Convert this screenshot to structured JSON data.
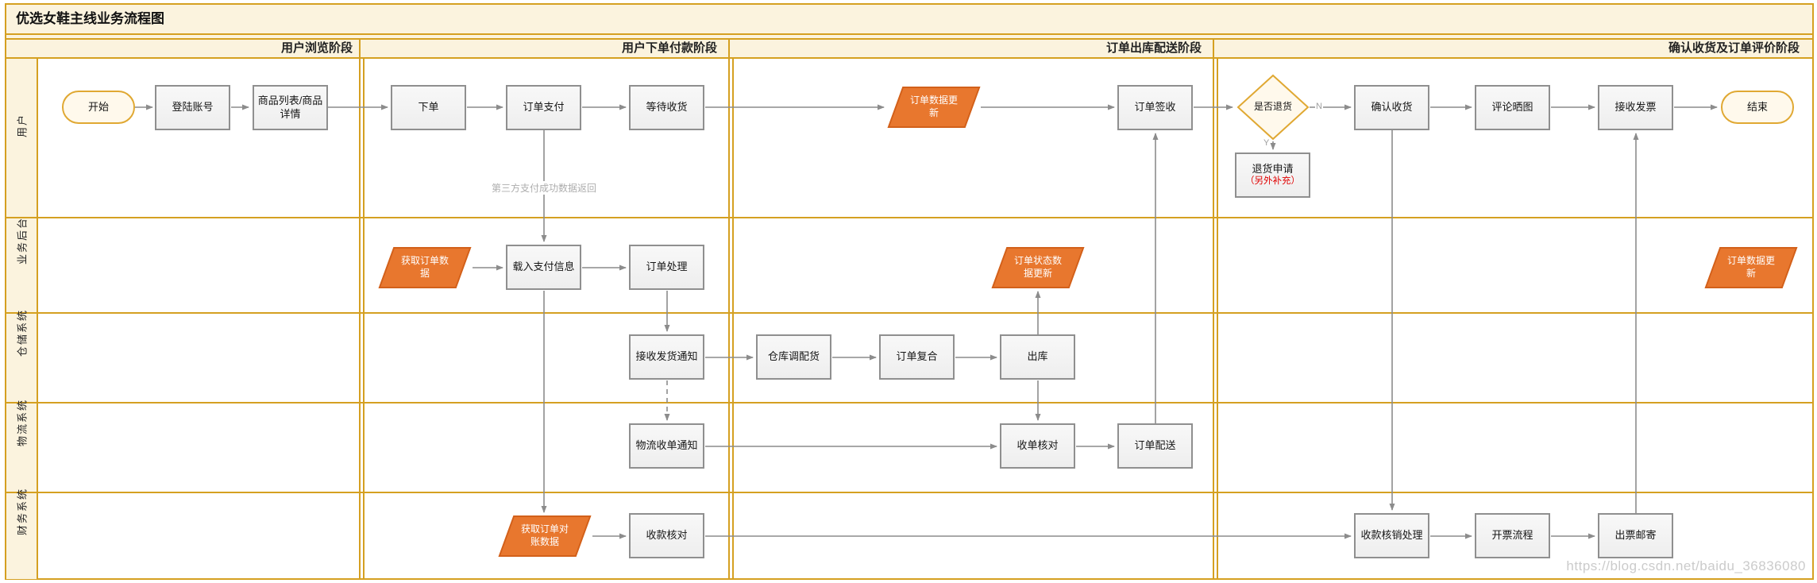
{
  "title": "优选女鞋主线业务流程图",
  "phases": [
    {
      "label": "用户浏览阶段"
    },
    {
      "label": "用户下单付款阶段"
    },
    {
      "label": "订单出库配送阶段"
    },
    {
      "label": "确认收货及订单评价阶段"
    }
  ],
  "lanes": [
    {
      "label": "用户"
    },
    {
      "label": "业务后台"
    },
    {
      "label": "仓储系统"
    },
    {
      "label": "物流系统"
    },
    {
      "label": "财务系统"
    }
  ],
  "nodes": {
    "start": {
      "label": "开始",
      "type": "terminator"
    },
    "login": {
      "label": "登陆账号",
      "type": "process"
    },
    "product_list": {
      "label": "商品列表/商品详情",
      "type": "process"
    },
    "place_order": {
      "label": "下单",
      "type": "process"
    },
    "order_pay": {
      "label": "订单支付",
      "type": "process"
    },
    "wait_receive": {
      "label": "等待收货",
      "type": "process"
    },
    "order_data_update_1": {
      "label": "订单数据更新",
      "type": "data"
    },
    "order_signoff": {
      "label": "订单签收",
      "type": "process"
    },
    "return_decision": {
      "label": "是否退货",
      "type": "decision"
    },
    "confirm_receive": {
      "label": "确认收货",
      "type": "process"
    },
    "comment_photos": {
      "label": "评论晒图",
      "type": "process"
    },
    "receive_invoice": {
      "label": "接收发票",
      "type": "process"
    },
    "end": {
      "label": "结束",
      "type": "terminator"
    },
    "return_request": {
      "label": "退货申请",
      "note": "（另外补充）",
      "type": "process"
    },
    "get_order_data": {
      "label": "获取订单数据",
      "type": "data"
    },
    "load_payment": {
      "label": "载入支付信息",
      "type": "process"
    },
    "order_process": {
      "label": "订单处理",
      "type": "process"
    },
    "order_status_update": {
      "label": "订单状态数据更新",
      "type": "data"
    },
    "order_data_update_2": {
      "label": "订单数据更新",
      "type": "data"
    },
    "receive_ship_notice": {
      "label": "接收发货通知",
      "type": "process"
    },
    "warehouse_allocate": {
      "label": "仓库调配货",
      "type": "process"
    },
    "order_recheck": {
      "label": "订单复合",
      "type": "process"
    },
    "outbound": {
      "label": "出库",
      "type": "process"
    },
    "logistics_notice": {
      "label": "物流收单通知",
      "type": "process"
    },
    "receipt_check": {
      "label": "收单核对",
      "type": "process"
    },
    "order_delivery": {
      "label": "订单配送",
      "type": "process"
    },
    "get_reconcile_data": {
      "label": "获取订单对账数据",
      "type": "data"
    },
    "payment_check": {
      "label": "收款核对",
      "type": "process"
    },
    "payment_writeoff": {
      "label": "收款核销处理",
      "type": "process"
    },
    "invoice_process": {
      "label": "开票流程",
      "type": "process"
    },
    "ticket_mail": {
      "label": "出票邮寄",
      "type": "process"
    }
  },
  "edge_labels": {
    "yes": "Y",
    "no": "N"
  },
  "annotations": {
    "payment_callback": "第三方支付成功数据返回"
  },
  "watermark": "https://blog.csdn.net/baidu_36836080",
  "colors": {
    "band_fill": "#FBF3DE",
    "grid_line": "#D5A021",
    "terminator_fill": "#FFF9EC",
    "terminator_border": "#E0A832",
    "process_fill": "#F4F4F4",
    "process_border": "#8F8F8F",
    "data_fill": "#E8772E",
    "data_border": "#D2601A",
    "arrow": "#8C8C8C",
    "note_red": "#E00000"
  }
}
